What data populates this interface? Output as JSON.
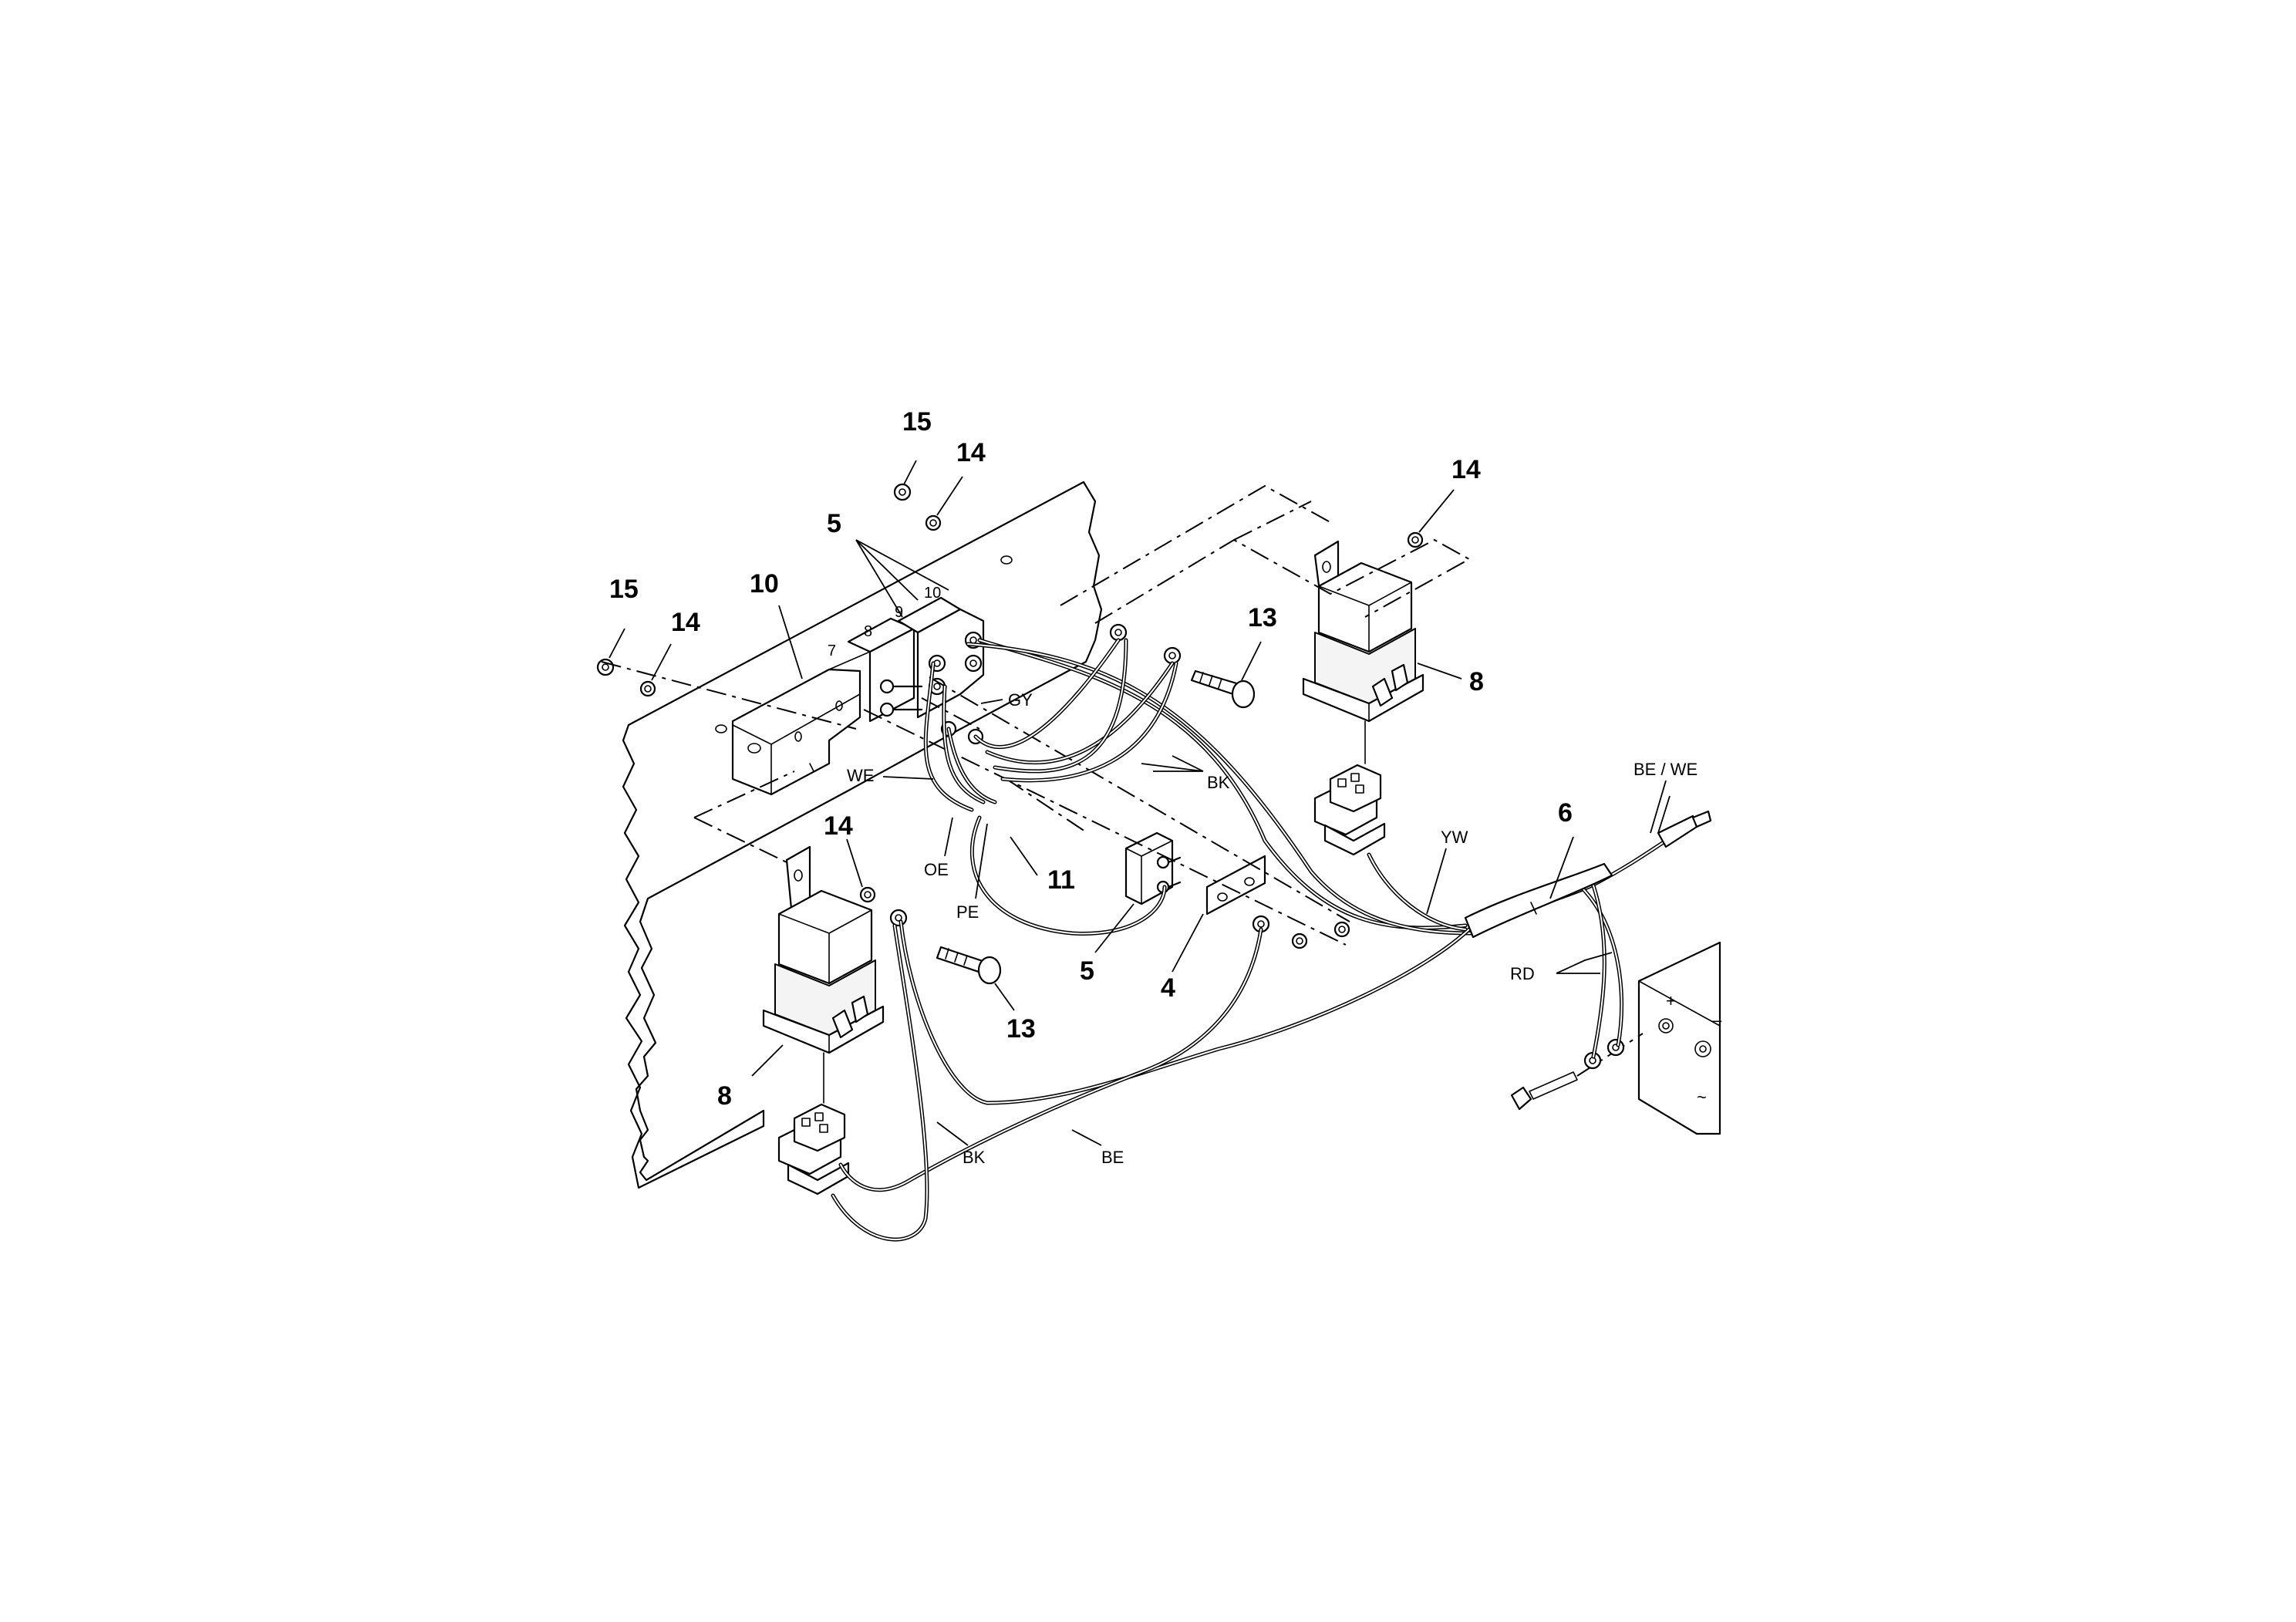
{
  "callouts": {
    "c15a": "15",
    "c14a": "14",
    "c15b": "15",
    "c14b": "14",
    "c5a": "5",
    "c10a": "10",
    "c14c": "14",
    "c13a": "13",
    "c8a": "8",
    "c6": "6",
    "c11": "11",
    "c5b": "5",
    "c4": "4",
    "c14d": "14",
    "c13b": "13",
    "c8b": "8"
  },
  "terminal_numbers": {
    "t7": "7",
    "t8": "8",
    "t9": "9",
    "t10": "10"
  },
  "wire_colors": {
    "gy": "GY",
    "bk_top": "BK",
    "we": "WE",
    "oe": "OE",
    "pe": "PE",
    "yw": "YW",
    "be_we": "BE / WE",
    "rd": "RD",
    "bk_bottom": "BK",
    "be": "BE"
  },
  "battery_symbols": {
    "plus": "+",
    "minus": "–",
    "wave": "~"
  }
}
